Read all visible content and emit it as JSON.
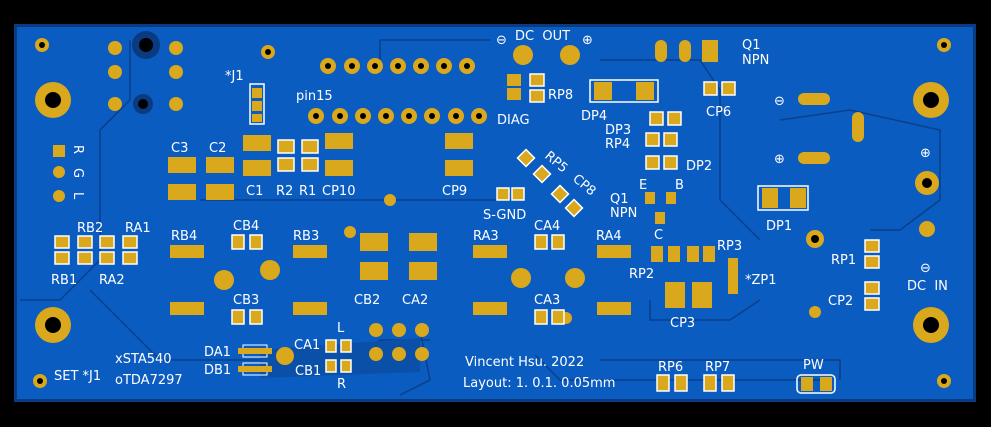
{
  "board": {
    "colors": {
      "board": "#0b5cc0",
      "edge": "#0a3a80",
      "pad": "#d9a81c",
      "silk": "#ffffff",
      "background": "#000000"
    },
    "labels": {
      "j1_top": "*J1",
      "pin15": "pin15",
      "c3": "C3",
      "c2": "C2",
      "c1": "C1",
      "r2": "R2",
      "r1": "R1",
      "cp10": "CP10",
      "cp9": "CP9",
      "sgnd": "S-GND",
      "rp5": "RP5",
      "cp8": "CP8",
      "dc_out_minus": "⊖",
      "dc_out": "DC  OUT",
      "dc_out_plus": "⊕",
      "rp8": "RP8",
      "diag": "DIAG",
      "q1_top": "Q1",
      "npn_top": "NPN",
      "dp4": "DP4",
      "dp3": "DP3",
      "rp4": "RP4",
      "dp2": "DP2",
      "cp6": "CP6",
      "q1": "Q1",
      "npn": "NPN",
      "e": "E",
      "b": "B",
      "c": "C",
      "rp3": "RP3",
      "rp2": "RP2",
      "zp1": "*ZP1",
      "cp3": "CP3",
      "dp1": "DP1",
      "rp1": "RP1",
      "cp2": "CP2",
      "dc_in": "DC  IN",
      "in_minus": "⊖",
      "in_plus": "⊕",
      "cap_minus": "⊖",
      "cap_plus": "⊕",
      "r": "R",
      "g": "G",
      "l": "L",
      "rb2": "RB2",
      "ra1": "RA1",
      "rb1": "RB1",
      "ra2": "RA2",
      "rb4": "RB4",
      "cb4": "CB4",
      "rb3": "RB3",
      "cb3": "CB3",
      "cb2": "CB2",
      "ca2": "CA2",
      "ra3": "RA3",
      "ca4": "CA4",
      "ra4": "RA4",
      "ca3": "CA3",
      "conn_l": "L",
      "conn_r": "R",
      "da1": "DA1",
      "db1": "DB1",
      "ca1": "CA1",
      "cb1": "CB1",
      "sta540": "xSTA540",
      "tda7297": "oTDA7297",
      "set_j1": "SET *J1",
      "author": "Vincent Hsu. 2022",
      "layout": "Layout: 1. 0.1. 0.05mm",
      "rp6": "RP6",
      "rp7": "RP7",
      "pw": "PW"
    }
  }
}
